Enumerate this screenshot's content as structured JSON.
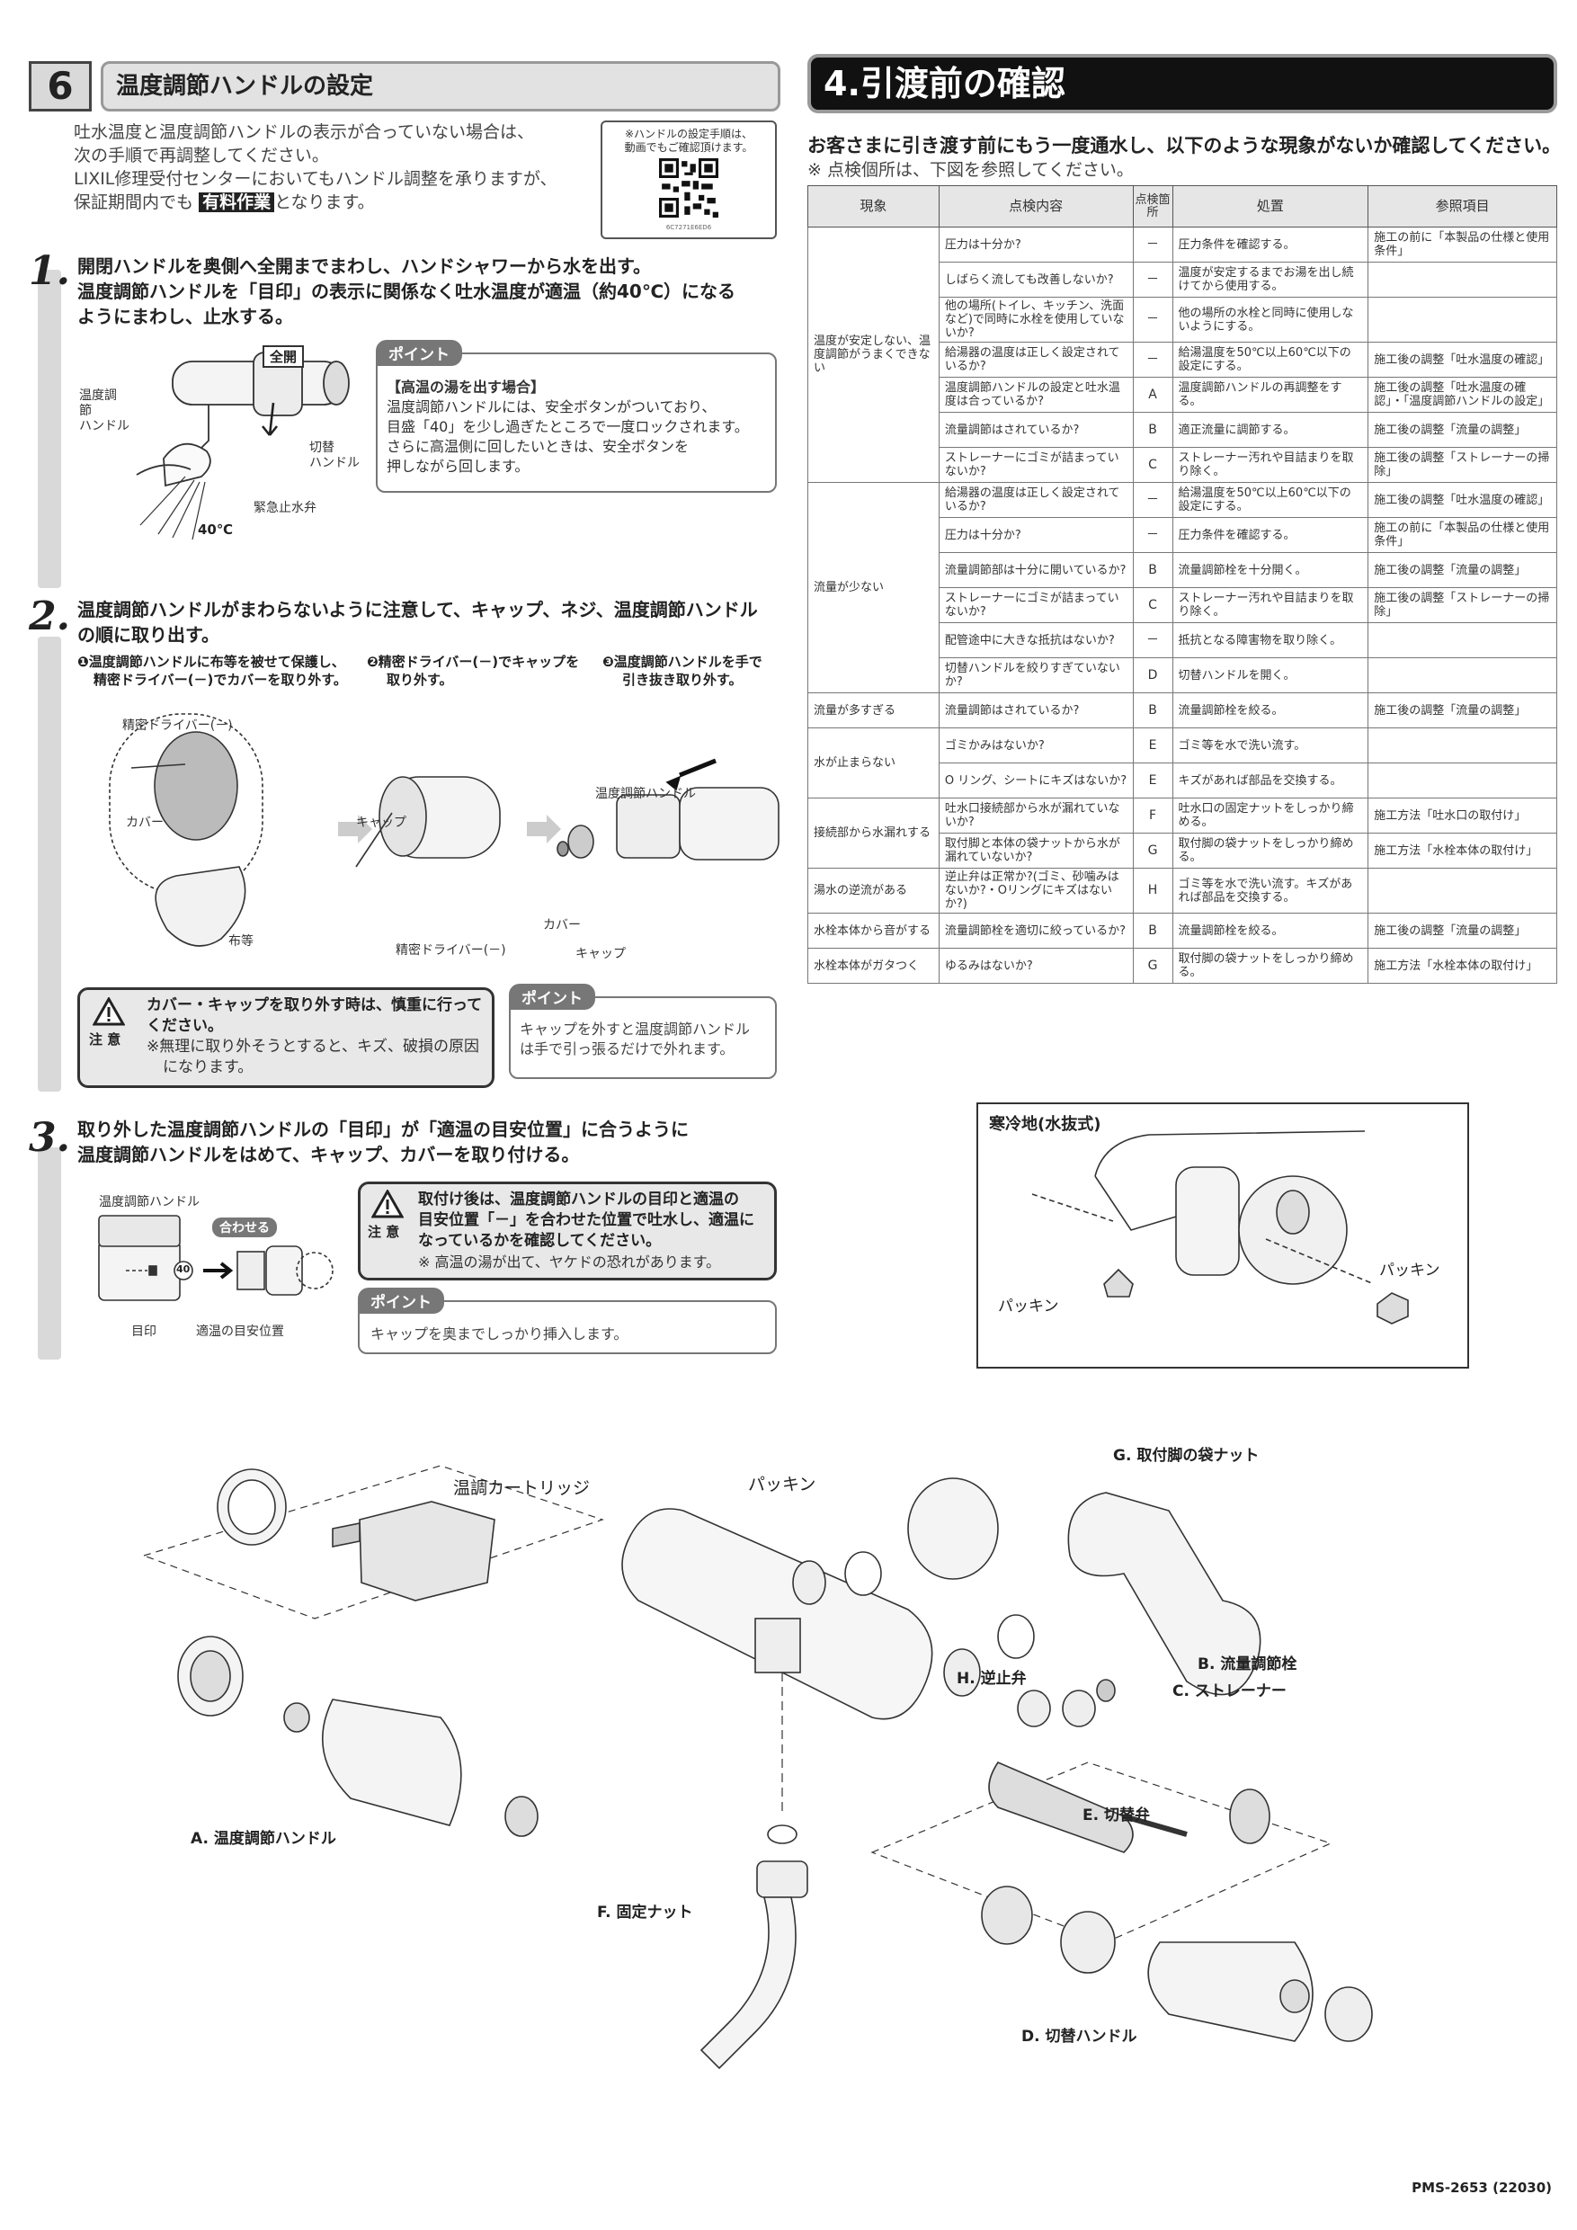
{
  "section6": {
    "number": "6",
    "title": "温度調節ハンドルの設定",
    "intro_line1": "吐水温度と温度調節ハンドルの表示が合っていない場合は、",
    "intro_line2": "次の手順で再調整してください。",
    "intro_line3": "LIXIL修理受付センターにおいてもハンドル調整を承りますが、",
    "intro_line4_pre": "保証期間内でも",
    "intro_line4_tag": "有料作業",
    "intro_line4_post": "となります。",
    "qr_line1": "※ハンドルの設定手順は、",
    "qr_line2": "動画でもご確認頂けます。",
    "qr_caption": "6C7271E6ED6"
  },
  "step1": {
    "num": "1.",
    "line1": "開閉ハンドルを奥側へ全開までまわし、ハンドシャワーから水を出す。",
    "line2": "温度調節ハンドルを「目印」の表示に関係なく吐水温度が適温（約40℃）になる",
    "line3": "ようにまわし、止水する。",
    "label_zenkai": "全開",
    "label_ondo1": "温度調",
    "label_ondo2": "節",
    "label_ondo3": "ハンドル",
    "label_kirikae1": "切替",
    "label_kirikae2": "ハンドル",
    "label_kinkyu": "緊急止水弁",
    "label_temp": "40℃",
    "point_tag": "ポイント",
    "point_title": "【高温の湯を出す場合】",
    "point_l1": "温度調節ハンドルには、安全ボタンがついており、",
    "point_l2": "目盛「40」を少し過ぎたところで一度ロックされます。",
    "point_l3": "さらに高温側に回したいときは、安全ボタンを",
    "point_l4": "押しながら回します。"
  },
  "step2": {
    "num": "2.",
    "line1": "温度調節ハンドルがまわらないように注意して、キャップ、ネジ、温度調節ハンドル",
    "line2": "の順に取り出す。",
    "sub1a": "❶温度調節ハンドルに布等を被せて保護し、",
    "sub1b": "精密ドライバー(－)でカバーを取り外す。",
    "sub2a": "❷精密ドライバー(－)でキャップを",
    "sub2b": "取り外す。",
    "sub3a": "❸温度調節ハンドルを手で",
    "sub3b": "引き抜き取り外す。",
    "lbl_driver": "精密ドライバー(－)",
    "lbl_cover": "カバー",
    "lbl_cloth": "布等",
    "lbl_cap": "キャップ",
    "lbl_driver2": "精密ドライバー(－)",
    "lbl_handle": "温度調節ハンドル",
    "lbl_cover2": "カバー",
    "lbl_cap2": "キャップ",
    "caution_label": "注 意",
    "caution_l1": "カバー・キャップを取り外す時は、慎重に行って",
    "caution_l2": "ください。",
    "caution_l3": "※無理に取り外そうとすると、キズ、破損の原因",
    "caution_l4": "になります。",
    "point_tag": "ポイント",
    "point_l1": "キャップを外すと温度調節ハンドル",
    "point_l2": "は手で引っ張るだけで外れます。"
  },
  "step3": {
    "num": "3.",
    "line1": "取り外した温度調節ハンドルの「目印」が「適温の目安位置」に合うように",
    "line2": "温度調節ハンドルをはめて、キャップ、カバーを取り付ける。",
    "lbl_handle": "温度調節ハンドル",
    "lbl_match": "合わせる",
    "lbl_40": "40",
    "lbl_mark": "目印",
    "lbl_pos": "適温の目安位置",
    "caution_label": "注 意",
    "caution_l1": "取付け後は、温度調節ハンドルの目印と適温の",
    "caution_l2": "目安位置「－」を合わせた位置で吐水し、適温に",
    "caution_l3": "なっているかを確認してください。",
    "caution_l4": "※ 高温の湯が出て、ヤケドの恐れがあります。",
    "point_tag": "ポイント",
    "point_l1": "キャップを奥までしっかり挿入します。"
  },
  "section4": {
    "title": "4.引渡前の確認",
    "lead": "お客さまに引き渡す前にもう一度通水し、以下のような現象がないか確認してください。",
    "note": "※ 点検個所は、下図を参照してください。",
    "headers": [
      "現象",
      "点検内容",
      "点検箇所",
      "処置",
      "参照項目"
    ],
    "groups": [
      {
        "phenomenon": "温度が安定しない、温度調節がうまくできない",
        "rows": [
          [
            "圧力は十分か?",
            "－",
            "圧力条件を確認する。",
            "施工の前に「本製品の仕様と使用条件」"
          ],
          [
            "しばらく流しても改善しないか?",
            "－",
            "温度が安定するまでお湯を出し続けてから使用する。",
            ""
          ],
          [
            "他の場所(トイレ、キッチン、洗面など)で同時に水栓を使用していないか?",
            "－",
            "他の場所の水栓と同時に使用しないようにする。",
            ""
          ],
          [
            "給湯器の温度は正しく設定されているか?",
            "－",
            "給湯温度を50℃以上60℃以下の設定にする。",
            "施工後の調整「吐水温度の確認」"
          ],
          [
            "温度調節ハンドルの設定と吐水温度は合っているか?",
            "A",
            "温度調節ハンドルの再調整をする。",
            "施工後の調整「吐水温度の確認」・「温度調節ハンドルの設定」"
          ],
          [
            "流量調節はされているか?",
            "B",
            "適正流量に調節する。",
            "施工後の調整「流量の調整」"
          ],
          [
            "ストレーナーにゴミが詰まっていないか?",
            "C",
            "ストレーナー汚れや目詰まりを取り除く。",
            "施工後の調整「ストレーナーの掃除」"
          ]
        ]
      },
      {
        "phenomenon": "流量が少ない",
        "rows": [
          [
            "給湯器の温度は正しく設定されているか?",
            "－",
            "給湯温度を50℃以上60℃以下の設定にする。",
            "施工後の調整「吐水温度の確認」"
          ],
          [
            "圧力は十分か?",
            "－",
            "圧力条件を確認する。",
            "施工の前に「本製品の仕様と使用条件」"
          ],
          [
            "流量調節部は十分に開いているか?",
            "B",
            "流量調節栓を十分開く。",
            "施工後の調整「流量の調整」"
          ],
          [
            "ストレーナーにゴミが詰まっていないか?",
            "C",
            "ストレーナー汚れや目詰まりを取り除く。",
            "施工後の調整「ストレーナーの掃除」"
          ],
          [
            "配管途中に大きな抵抗はないか?",
            "－",
            "抵抗となる障害物を取り除く。",
            ""
          ],
          [
            "切替ハンドルを絞りすぎていないか?",
            "D",
            "切替ハンドルを開く。",
            ""
          ]
        ]
      },
      {
        "phenomenon": "流量が多すぎる",
        "rows": [
          [
            "流量調節はされているか?",
            "B",
            "流量調節栓を絞る。",
            "施工後の調整「流量の調整」"
          ]
        ]
      },
      {
        "phenomenon": "水が止まらない",
        "rows": [
          [
            "ゴミかみはないか?",
            "E",
            "ゴミ等を水で洗い流す。",
            ""
          ],
          [
            "O リング、シートにキズはないか?",
            "E",
            "キズがあれば部品を交換する。",
            ""
          ]
        ]
      },
      {
        "phenomenon": "接続部から水漏れする",
        "rows": [
          [
            "吐水口接続部から水が漏れていないか?",
            "F",
            "吐水口の固定ナットをしっかり締める。",
            "施工方法「吐水口の取付け」"
          ],
          [
            "取付脚と本体の袋ナットから水が漏れていないか?",
            "G",
            "取付脚の袋ナットをしっかり締める。",
            "施工方法「水栓本体の取付け」"
          ]
        ]
      },
      {
        "phenomenon": "湯水の逆流がある",
        "rows": [
          [
            "逆止弁は正常か?(ゴミ、砂噛みはないか?・Oリングにキズはないか?)",
            "H",
            "ゴミ等を水で洗い流す。キズがあれば部品を交換する。",
            ""
          ]
        ]
      },
      {
        "phenomenon": "水栓本体から音がする",
        "rows": [
          [
            "流量調節栓を適切に絞っているか?",
            "B",
            "流量調節栓を絞る。",
            "施工後の調整「流量の調整」"
          ]
        ]
      },
      {
        "phenomenon": "水栓本体がガタつく",
        "rows": [
          [
            "ゆるみはないか?",
            "G",
            "取付脚の袋ナットをしっかり締める。",
            "施工方法「水栓本体の取付け」"
          ]
        ]
      }
    ]
  },
  "cold": {
    "title": "寒冷地(水抜式)",
    "lbl_packing1": "パッキン",
    "lbl_packing2": "パッキン"
  },
  "parts": {
    "cartridge": "温調カートリッジ",
    "packing": "パッキン",
    "G": "G. 取付脚の袋ナット",
    "H": "H. 逆止弁",
    "B": "B. 流量調節栓",
    "C": "C. ストレーナー",
    "E": "E. 切替弁",
    "A": "A. 温度調節ハンドル",
    "F": "F. 固定ナット",
    "D": "D. 切替ハンドル"
  },
  "footer": {
    "code": "PMS-2653 (22030)"
  }
}
